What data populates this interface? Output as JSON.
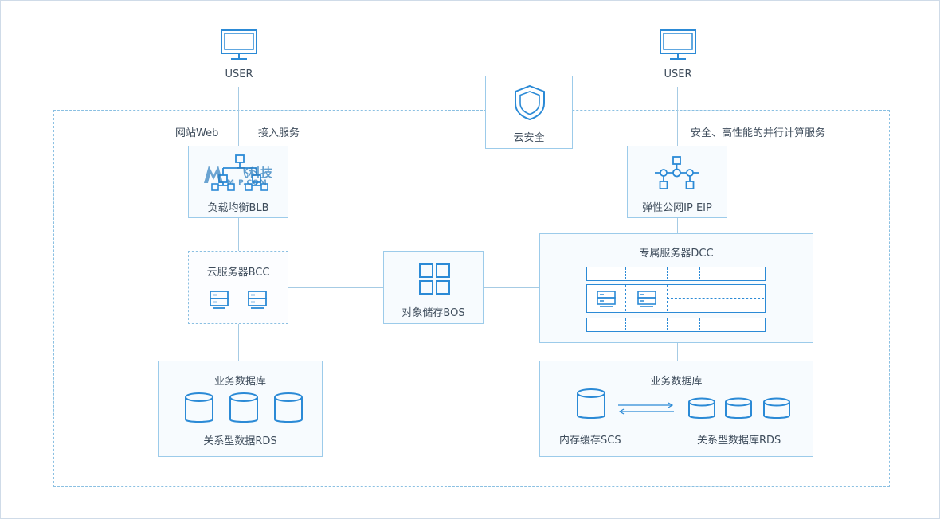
{
  "users": {
    "left_label": "USER",
    "right_label": "USER"
  },
  "edges": {
    "website": "网站Web",
    "access": "接入服务",
    "secure_compute": "安全、高性能的并行计算服务"
  },
  "security": {
    "label": "云安全"
  },
  "blb": {
    "label": "负载均衡BLB"
  },
  "eip": {
    "label": "弹性公网IP EIP"
  },
  "bcc": {
    "label": "云服务器BCC"
  },
  "bos": {
    "label": "对象储存BOS"
  },
  "dcc": {
    "label": "专属服务器DCC"
  },
  "db_left": {
    "title": "业务数据库",
    "caption": "关系型数据RDS"
  },
  "db_right": {
    "title": "业务数据库",
    "scs_caption": "内存缓存SCS",
    "rds_caption": "关系型数据库RDS"
  },
  "watermark": {
    "cn": "飞科技",
    "en": "M   P.COM"
  },
  "colors": {
    "stroke": "#2b8ad6",
    "line": "#a6cbe4",
    "box_border": "#9ccbea",
    "box_fill": "#f7fbfe",
    "text": "#3f4d5c"
  }
}
